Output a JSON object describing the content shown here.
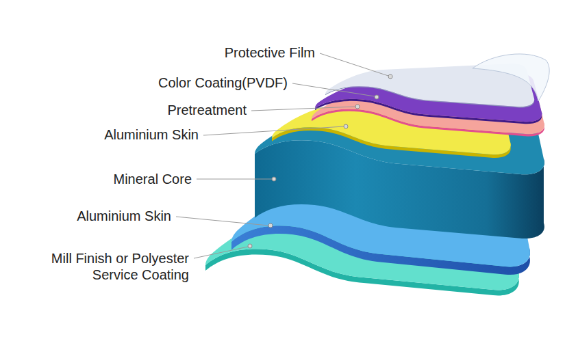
{
  "diagram": {
    "labels": [
      "Protective Film",
      "Color Coating(PVDF)",
      "Pretreatment",
      "Aluminium Skin",
      "Mineral Core",
      "Aluminium Skin",
      "Mill Finish or Polyester Service Coating"
    ]
  }
}
